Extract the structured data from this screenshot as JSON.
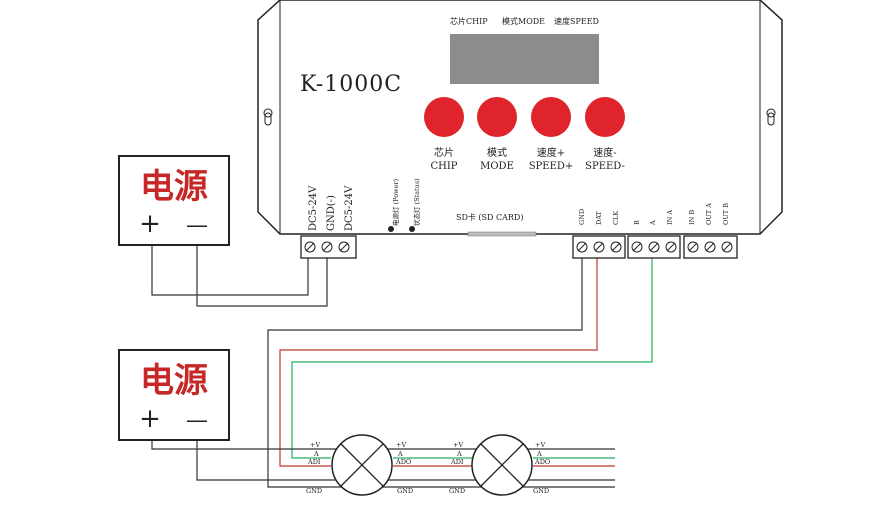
{
  "controller": {
    "model": "K-1000C",
    "display_labels": [
      "芯片CHIP",
      "模式MODE",
      "速度SPEED"
    ],
    "buttons": [
      {
        "line1": "芯片",
        "line2": "CHIP"
      },
      {
        "line1": "模式",
        "line2": "MODE"
      },
      {
        "line1": "速度+",
        "line2": "SPEED+"
      },
      {
        "line1": "速度-",
        "line2": "SPEED-"
      }
    ],
    "power_terminal_labels": [
      "DC5-24V",
      "GND(-)",
      "DC5-24V"
    ],
    "led_labels": [
      "电源灯 (Power)",
      "状态灯 (Status)"
    ],
    "sd_label": "SD卡 (SD CARD)",
    "signal_labels": [
      "GND",
      "DAT",
      "CLK"
    ],
    "dmx_labels_1": [
      "B",
      "A",
      "IN A"
    ],
    "dmx_labels_2": [
      "IN B",
      "OUT A",
      "OUT B"
    ]
  },
  "power_supplies": [
    {
      "title": "电源",
      "plus": "+",
      "minus": "—"
    },
    {
      "title": "电源",
      "plus": "+",
      "minus": "—"
    }
  ],
  "lamps": [
    {
      "left": [
        "+V",
        "A",
        "ADI",
        "GND"
      ],
      "right": [
        "+V",
        "A",
        "ADO",
        "GND"
      ]
    },
    {
      "left": [
        "+V",
        "A",
        "ADI",
        "GND"
      ],
      "right": [
        "+V",
        "A",
        "ADO",
        "GND"
      ]
    }
  ],
  "colors": {
    "button": "#e0242c",
    "display": "#8c8c8c",
    "power_title": "#c62828",
    "wire_red": "#c0392b",
    "wire_green": "#27ae60",
    "wire_black": "#333333"
  }
}
